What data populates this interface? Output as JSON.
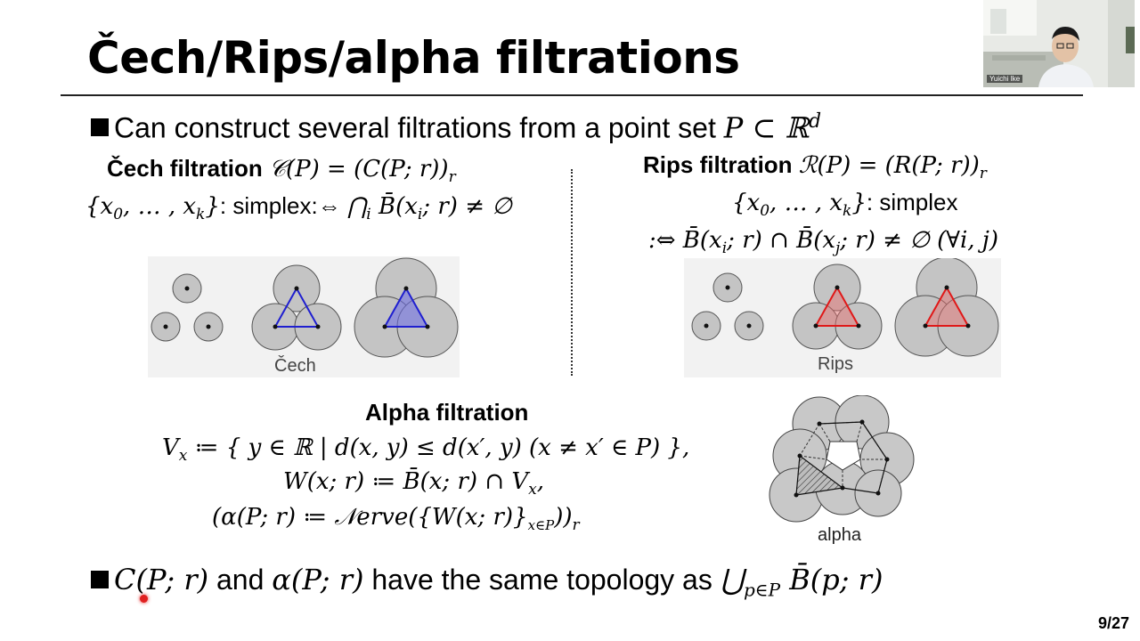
{
  "slide": {
    "title": "Čech/Rips/alpha filtrations",
    "page_number": "9/27"
  },
  "webcam": {
    "name_tag": "Yuichi Ike"
  },
  "bullet1": {
    "text": "Can construct several filtrations from a point set ",
    "math": "P ⊂ ℝ",
    "sup": "d"
  },
  "cech": {
    "heading_bold": "Čech filtration ",
    "heading_math": "𝒞(P) = (C(P; r))",
    "heading_sub": "r",
    "def_math1": "{x",
    "def_math2": "0",
    "def_math3": ", … , x",
    "def_math4": "k",
    "def_math5": "}",
    "def_text": ": simplex:⇔ ",
    "def_math6": "⋂",
    "def_math7": "i",
    "def_math8": " B̄(x",
    "def_math9": "i",
    "def_math10": "; r) ≠ ∅",
    "figure_label": "Čech"
  },
  "rips": {
    "heading_bold": "Rips filtration ",
    "heading_math": "ℛ(P) = (R(P; r))",
    "heading_sub": "r",
    "line2_math_a": "{x",
    "line2_sub_a": "0",
    "line2_math_b": ", … , x",
    "line2_sub_b": "k",
    "line2_math_c": "}",
    "line2_text": ": simplex",
    "line3": ":⇔ B̄(x",
    "line3_sub1": "i",
    "line3_b": "; r) ∩ B̄(x",
    "line3_sub2": "j",
    "line3_c": "; r) ≠ ∅  (∀i, j)",
    "figure_label": "Rips"
  },
  "alpha": {
    "heading": "Alpha filtration",
    "line1_a": "V",
    "line1_sub": "x",
    "line1_b": " ≔ { y ∈ ℝ | d(x, y) ≤ d(x′, y)  (x ≠ x′ ∈ P) },",
    "line2_a": "W(x; r) ≔ B̄(x; r) ∩ V",
    "line2_sub": "x",
    "line2_b": ",",
    "line3_a": "(α(P; r) ≔ 𝒩erve({W(x; r)}",
    "line3_sub": "x∈P",
    "line3_b": "))",
    "line3_sub2": "r",
    "figure_label": "alpha"
  },
  "bullet2": {
    "m1": "C(P; r)",
    "t1": " and ",
    "m2": "α(P; r)",
    "t2": " have the same topology as ",
    "m3": "⋃",
    "m3_sub": "p∈P",
    "m4": " B̄(p; r)"
  },
  "colors": {
    "cech_simplex": "#1f1fd0",
    "rips_simplex": "#e01818",
    "ball_fill": "#c4c4c4"
  }
}
